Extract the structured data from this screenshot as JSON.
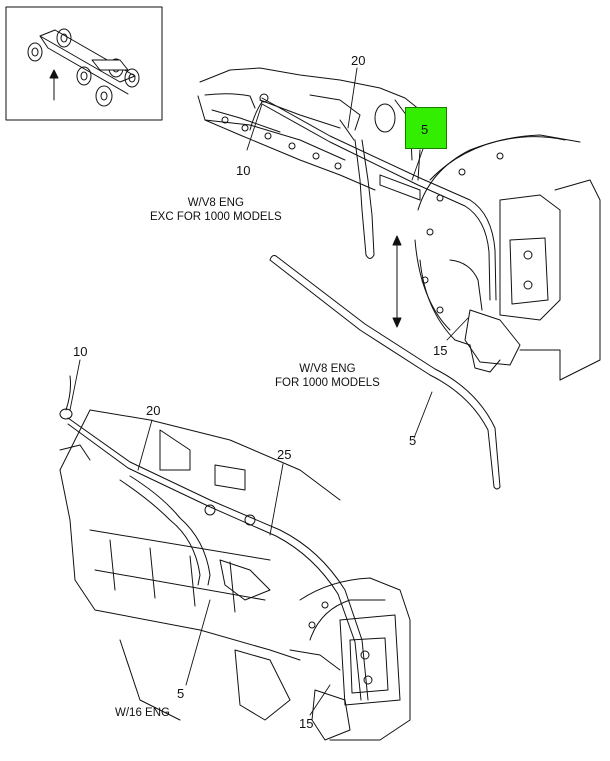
{
  "callouts": {
    "top_20": "20",
    "top_5_highlighted": "5",
    "top_10": "10",
    "top_15": "15",
    "mid_5": "5",
    "bottom_10": "10",
    "bottom_20": "20",
    "bottom_25": "25",
    "bottom_5": "5",
    "bottom_15": "15"
  },
  "captions": {
    "v8_exc_line1": "W/V8 ENG",
    "v8_exc_line2": "EXC FOR 1000 MODELS",
    "v8_1000_line1": "W/V8 ENG",
    "v8_1000_line2": "FOR 1000 MODELS",
    "i6": "W/16 ENG"
  },
  "colors": {
    "highlight": "#33ee00",
    "line": "#111111"
  }
}
